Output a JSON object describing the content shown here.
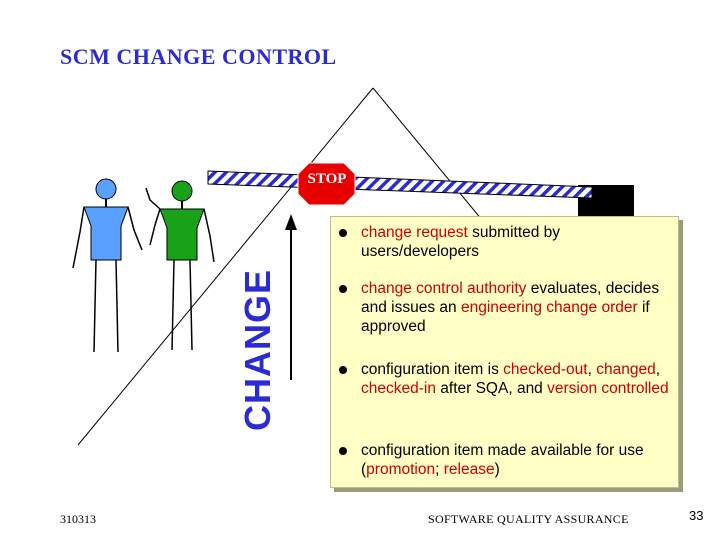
{
  "title": "SCM CHANGE CONTROL",
  "stop_sign": "STOP",
  "change_label": "CHANGE",
  "colors": {
    "title": "#2b2bd6",
    "stop_sign": "#e60000",
    "person_blue": "#5aa0ff",
    "person_green": "#1aa11a",
    "highlight": "#cc0000",
    "panel": "#ffffc6"
  },
  "steps": [
    {
      "parts": [
        {
          "t": "change request",
          "hl": true
        },
        {
          "t": " submitted by users/developers",
          "hl": false
        }
      ]
    },
    {
      "parts": [
        {
          "t": "change control authority",
          "hl": true
        },
        {
          "t": " evaluates, decides and issues an ",
          "hl": false
        },
        {
          "t": "engineering change order",
          "hl": true
        },
        {
          "t": " if approved",
          "hl": false
        }
      ]
    },
    {
      "parts": [
        {
          "t": "configuration item is ",
          "hl": false
        },
        {
          "t": "checked-out",
          "hl": true
        },
        {
          "t": ", ",
          "hl": false
        },
        {
          "t": "changed",
          "hl": true
        },
        {
          "t": ", ",
          "hl": false
        },
        {
          "t": "checked-in",
          "hl": true
        },
        {
          "t": " after SQA, and ",
          "hl": false
        },
        {
          "t": "version controlled",
          "hl": true
        }
      ]
    },
    {
      "parts": [
        {
          "t": "configuration item made available for use (",
          "hl": false
        },
        {
          "t": "promotion",
          "hl": true
        },
        {
          "t": "; ",
          "hl": false
        },
        {
          "t": "release",
          "hl": true
        },
        {
          "t": ")",
          "hl": false
        }
      ]
    }
  ],
  "footer": {
    "left": "310313",
    "center": "SOFTWARE QUALITY ASSURANCE",
    "page": "33"
  }
}
